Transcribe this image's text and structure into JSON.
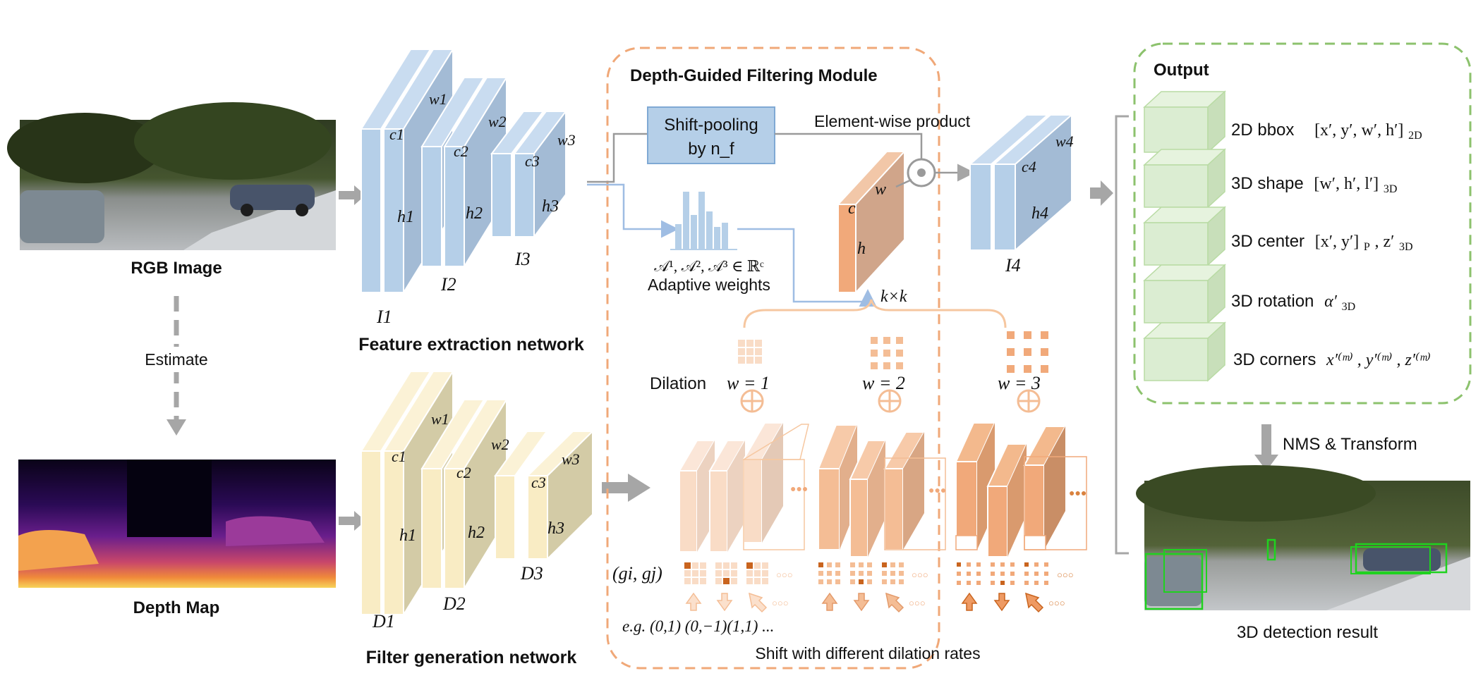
{
  "colors": {
    "feature_blue": "#b5cfe8",
    "filter_yellow": "#f9ecc4",
    "module_orange": "#f1a97a",
    "output_green": "#dbedd2",
    "output_border": "#8cc26d",
    "arrow_gray": "#a6a6a6"
  },
  "left": {
    "rgb_label": "RGB Image",
    "depth_label": "Depth Map",
    "estimate_label": "Estimate"
  },
  "feature_net": {
    "title": "Feature extraction network",
    "maps": [
      {
        "c": "c1",
        "h": "h1",
        "w": "w1",
        "name": "I1"
      },
      {
        "c": "c2",
        "h": "h2",
        "w": "w2",
        "name": "I2"
      },
      {
        "c": "c3",
        "h": "h3",
        "w": "w3",
        "name": "I3"
      }
    ]
  },
  "filter_net": {
    "title": "Filter generation network",
    "maps": [
      {
        "c": "c1",
        "h": "h1",
        "w": "w1",
        "name": "D1"
      },
      {
        "c": "c2",
        "h": "h2",
        "w": "w2",
        "name": "D2"
      },
      {
        "c": "c3",
        "h": "h3",
        "w": "w3",
        "name": "D3"
      }
    ]
  },
  "module": {
    "title": "Depth-Guided Filtering Module",
    "shift_pooling_line1": "Shift-pooling",
    "shift_pooling_line2": "by n_f",
    "element_wise": "Element-wise product",
    "adaptive_formula": "𝒜¹, 𝒜², 𝒜³ ∈ ℝᶜ",
    "adaptive_label": "Adaptive weights",
    "kernel": {
      "c": "c",
      "h": "h",
      "w": "w"
    },
    "kxk": "k×k",
    "dilation_prefix": "Dilation",
    "dilations": [
      "w = 1",
      "w = 2",
      "w = 3"
    ],
    "gi_gj": "(gi, gj)",
    "example": "e.g. (0,1) (0,−1)(1,1) ...",
    "shift_caption": "Shift with different dilation rates",
    "output_map": {
      "c": "c4",
      "h": "h4",
      "w": "w4",
      "name": "I4"
    }
  },
  "output": {
    "title": "Output",
    "items": [
      {
        "label": "2D bbox",
        "formula": "[x′, y′, w′, h′]",
        "sub": "2D"
      },
      {
        "label": "3D shape",
        "formula": "[w′, h′, l′]",
        "sub": "3D"
      },
      {
        "label": "3D center",
        "formula": "[x′, y′]",
        "sub": "P",
        "tail": ", z′",
        "tail_sub": "3D"
      },
      {
        "label": "3D rotation",
        "formula": "α′",
        "sub": "3D"
      },
      {
        "label": "3D corners",
        "formula": "x′⁽ᵐ⁾ , y′⁽ᵐ⁾ , z′⁽ᵐ⁾",
        "sub": ""
      }
    ],
    "nms_label": "NMS & Transform",
    "result_label": "3D detection result"
  }
}
